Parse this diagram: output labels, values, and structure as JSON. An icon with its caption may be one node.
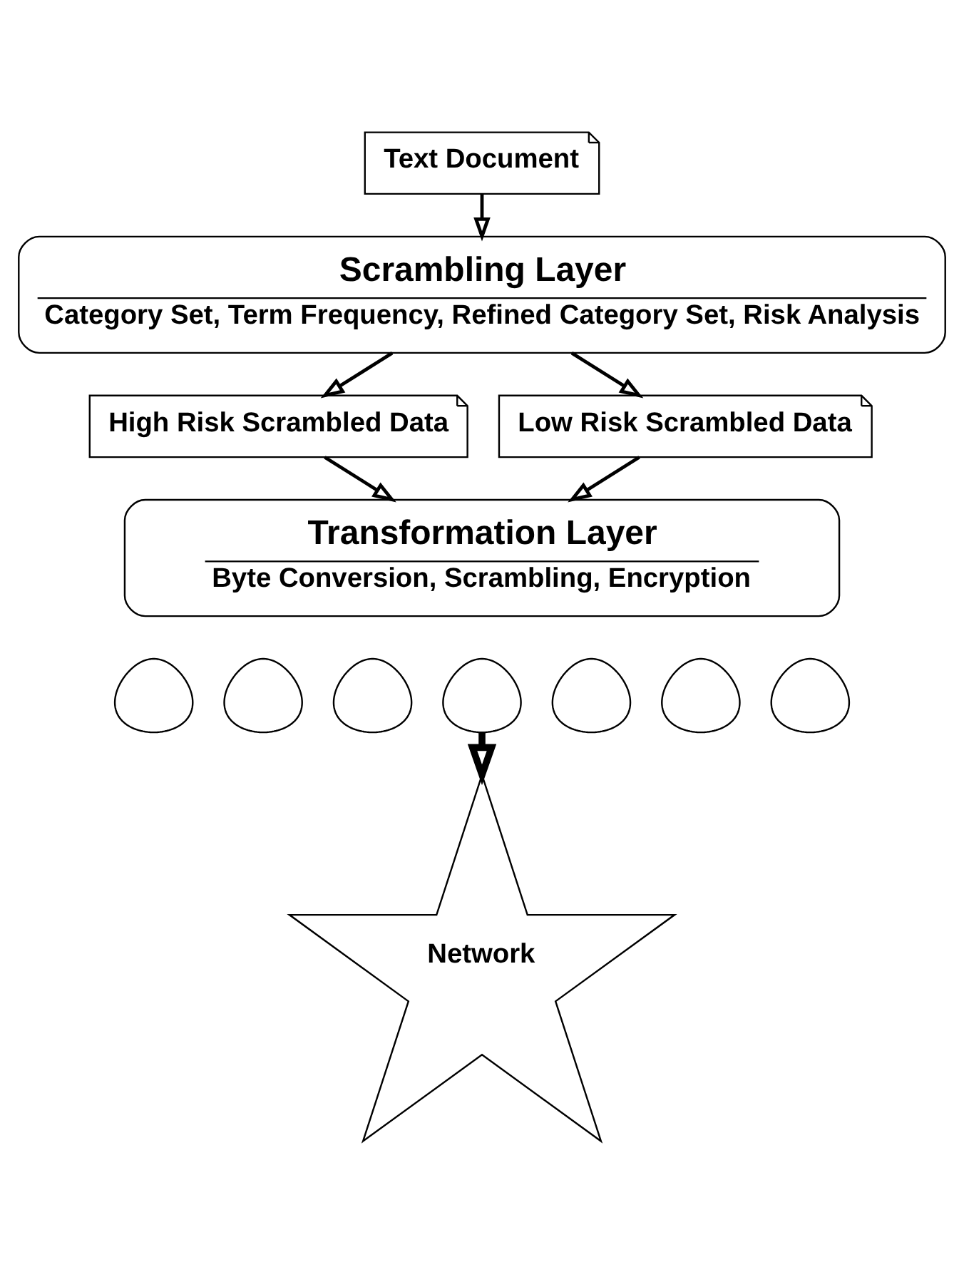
{
  "diagram": {
    "nodes": [
      {
        "text": [
          "Text Document"
        ]
      },
      {
        "text": [
          "Scrambling Layer",
          "Category Set, Term Frequency, Refined Category Set, Risk Analysis"
        ]
      },
      {
        "text": [
          "High Risk Scrambled Data"
        ]
      },
      {
        "text": [
          "Low Risk Scrambled Data"
        ]
      },
      {
        "text": [
          "Transformation Layer",
          "Byte Conversion, Scrambling, Encryption"
        ]
      },
      {
        "text": [],
        "shape": "drop"
      },
      {
        "text": [],
        "shape": "drop"
      },
      {
        "text": [],
        "shape": "drop"
      },
      {
        "text": [],
        "shape": "drop"
      },
      {
        "text": [],
        "shape": "drop"
      },
      {
        "text": [],
        "shape": "drop"
      },
      {
        "text": [],
        "shape": "drop"
      },
      {
        "text": [
          "Network"
        ]
      }
    ],
    "edges": [
      {
        "from": 0,
        "to": 1,
        "arrow": "to"
      },
      {
        "from": 1,
        "to": 2,
        "arrow": "to"
      },
      {
        "from": 1,
        "to": 3,
        "arrow": "to"
      },
      {
        "from": 2,
        "to": 4,
        "arrow": "to"
      },
      {
        "from": 3,
        "to": 4,
        "arrow": "to"
      },
      {
        "from": 8,
        "to": 12,
        "arrow": "to",
        "style": "thick"
      }
    ]
  }
}
